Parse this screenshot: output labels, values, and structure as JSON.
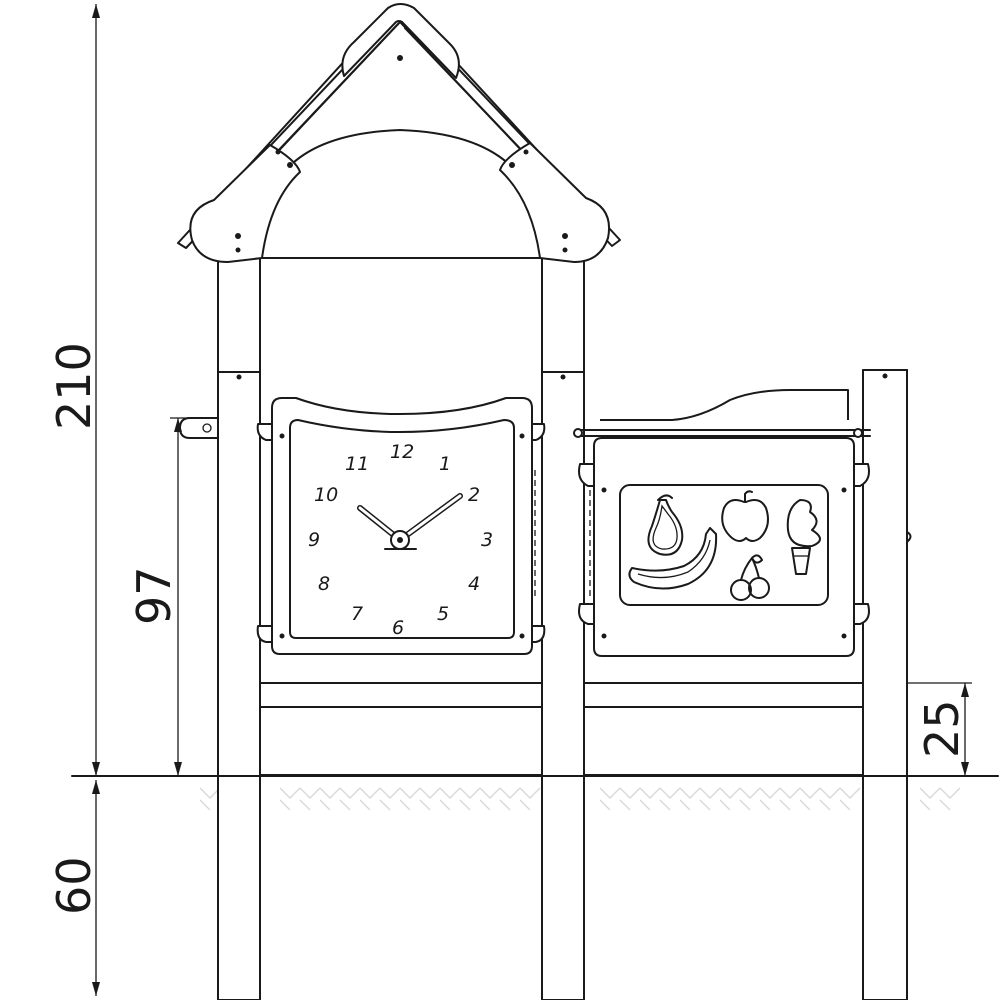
{
  "dimensions": {
    "total_height": "210",
    "handle_height": "97",
    "platform_height": "25",
    "foundation_depth": "60"
  },
  "clock": {
    "numbers": [
      "12",
      "1",
      "2",
      "3",
      "4",
      "5",
      "6",
      "7",
      "8",
      "9",
      "10",
      "11"
    ]
  },
  "panel_right": {
    "icons": [
      "pear-icon",
      "apple-icon",
      "ice-cream-icon",
      "banana-icon",
      "cherries-icon"
    ]
  }
}
